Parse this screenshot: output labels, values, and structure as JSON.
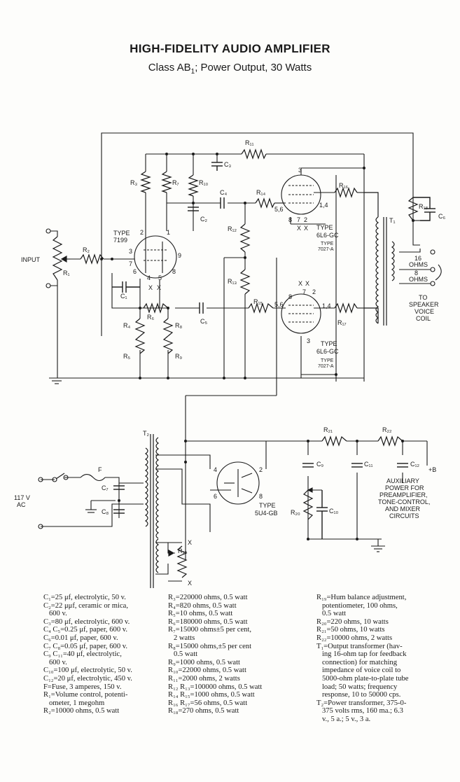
{
  "header": {
    "title": "HIGH-FIDELITY AUDIO AMPLIFIER",
    "subtitle_main": "Class AB",
    "subtitle_sub": "1",
    "subtitle_rest": "; Power Output, 30 Watts"
  },
  "labels": {
    "input": "INPUT",
    "ac": "117 V",
    "ac2": "AC",
    "R1": "R₁",
    "R2": "R₂",
    "R3": "R₃",
    "R4": "R₄",
    "R5": "R₅",
    "R6": "R₆",
    "R7": "R₇",
    "R8": "R₈",
    "R9": "R₉",
    "R10": "R₁₀",
    "R11": "R₁₁",
    "R12": "R₁₂",
    "R13": "R₁₃",
    "R14": "R₁₄",
    "R15": "R₁₅",
    "R16": "R₁₆",
    "R17": "R₁₇",
    "R18": "R₁₈",
    "R19": "R₁₉",
    "R20": "R₂₀",
    "R21": "R₂₁",
    "R22": "R₂₂",
    "C1": "C₁",
    "C2": "C₂",
    "C3": "C₃",
    "C4": "C₄",
    "C5": "C₅",
    "C6": "C₆",
    "C7": "C₇",
    "C8": "C₈",
    "C9": "C₉",
    "C10": "C₁₀",
    "C11": "C₁₁",
    "C12": "C₁₂",
    "T1": "T₁",
    "T2": "T₂",
    "F": "F",
    "type7199_a": "TYPE",
    "type7199_b": "7199",
    "type6l6_a": "TYPE",
    "type6l6_b": "6L6-GC",
    "type7027_a": "TYPE",
    "type7027_b": "7027-A",
    "type5u4_a": "TYPE",
    "type5u4_b": "5U4-GB",
    "ohms16_a": "16",
    "ohms16_b": "OHMS",
    "ohms8_a": "8",
    "ohms8_b": "OHMS",
    "speaker": [
      "TO",
      "SPEAKER",
      "VOICE",
      "COIL"
    ],
    "aux": [
      "AUXILIARY",
      "POWER FOR",
      "PREAMPLIFIER,",
      "TONE-CONTROL,",
      "AND MIXER",
      "CIRCUITS"
    ],
    "plus_b": "+B",
    "x": "X",
    "pins": {
      "p1": "1",
      "p2": "2",
      "p3": "3",
      "p4": "4",
      "p5": "5",
      "p6": "6",
      "p7": "7",
      "p8": "8",
      "p9": "9",
      "p14": "1,4",
      "p56": "5,6"
    }
  },
  "parts_list": {
    "col1": [
      "C₁=25 μf, electrolytic, 50 v.",
      "C₂=22 μμf, ceramic or mica,",
      "   600 v.",
      "C₃=80 μf, electrolytic, 600 v.",
      "C₄ C₅=0.25 μf, paper, 600 v.",
      "C₆=0.01 μf, paper, 600 v.",
      "C₇ C₈=0.05 μf, paper, 600 v.",
      "C₉ C₁₁=40 μf, electrolytic,",
      "   600 v.",
      "C₁₀=100 μf, electrolytic, 50 v.",
      "C₁₂=20 μf, electrolytic, 450 v.",
      "F=Fuse, 3 amperes, 150 v.",
      "R₁=Volume control, potenti-",
      "   ometer, 1 megohm",
      "R₂=10000 ohms, 0.5 watt"
    ],
    "col2": [
      "R₃=220000 ohms, 0.5 watt",
      "R₄=820 ohms, 0.5 watt",
      "R₅=10 ohms, 0.5 watt",
      "R₆=180000 ohms, 0.5 watt",
      "R₇=15000 ohms±5 per cent,",
      "   2 watts",
      "R₈=15000 ohms,±5 per cent",
      "   0.5 watt",
      "R₉=1000 ohms, 0.5 watt",
      "R₁₀=22000 ohms, 0.5 watt",
      "R₁₁=2000 ohms, 2 watts",
      "R₁₂ R₁₃=100000 ohms, 0.5 watt",
      "R₁₄ R₁₅=1000 ohms, 0.5 watt",
      "R₁₆ R₁₇=56 ohms, 0.5 watt",
      "R₁₈=270 ohms, 0.5 watt"
    ],
    "col3": [
      "R₁₉=Hum balance adjustment,",
      "   potentiometer, 100 ohms,",
      "   0.5 watt",
      "R₂₀=220 ohms, 10 watts",
      "R₂₁=50 ohms, 10 watts",
      "R₂₂=10000 ohms, 2 watts",
      "T₁=Output transformer (hav-",
      "   ing 16-ohm tap for feedback",
      "   connection) for matching",
      "   impedance of voice coil to",
      "   5000-ohm plate-to-plate tube",
      "   load; 50 watts; frequency",
      "   response, 10 to 50000 cps.",
      "T₂=Power transformer, 375-0-",
      "   375 volts rms, 160 ma.; 6.3",
      "   v., 5 a.; 5 v., 3 a."
    ]
  }
}
